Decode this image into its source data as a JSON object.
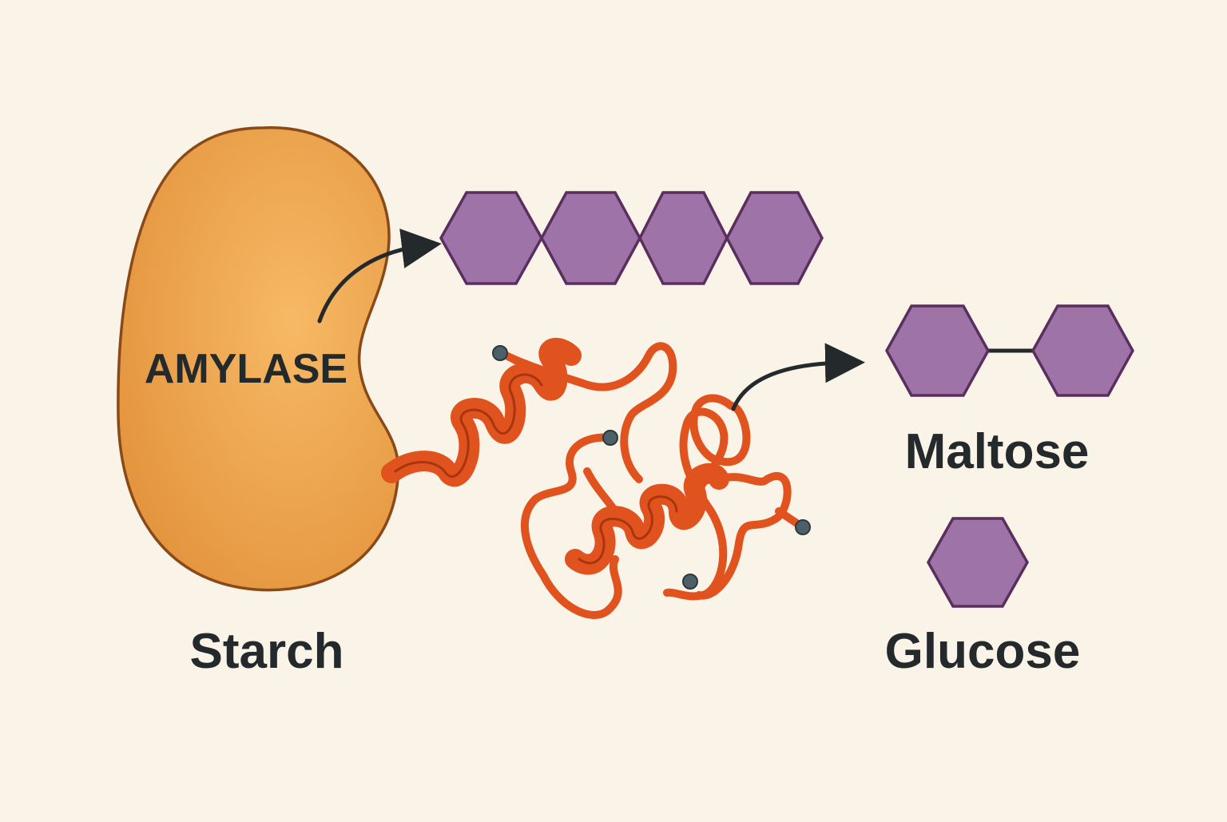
{
  "labels": {
    "enzyme": "AMYLASE",
    "starch": "Starch",
    "maltose": "Maltose",
    "glucose": "Glucose"
  },
  "molecules": {
    "starch_chain_units": 4,
    "maltose_units": 2,
    "glucose_units": 1
  },
  "colors": {
    "background": "#faf3e8",
    "enzyme_fill_light": "#f7b965",
    "enzyme_fill_dark": "#e2913a",
    "enzyme_outline": "#8a4a18",
    "protein_ribbon": "#e0531f",
    "protein_ribbon_dark": "#a8350f",
    "sugar_fill": "#9e73a8",
    "sugar_outline": "#5a2f5e",
    "arrow": "#24292b",
    "text": "#24292b",
    "atom_cap": "#4d6068"
  }
}
